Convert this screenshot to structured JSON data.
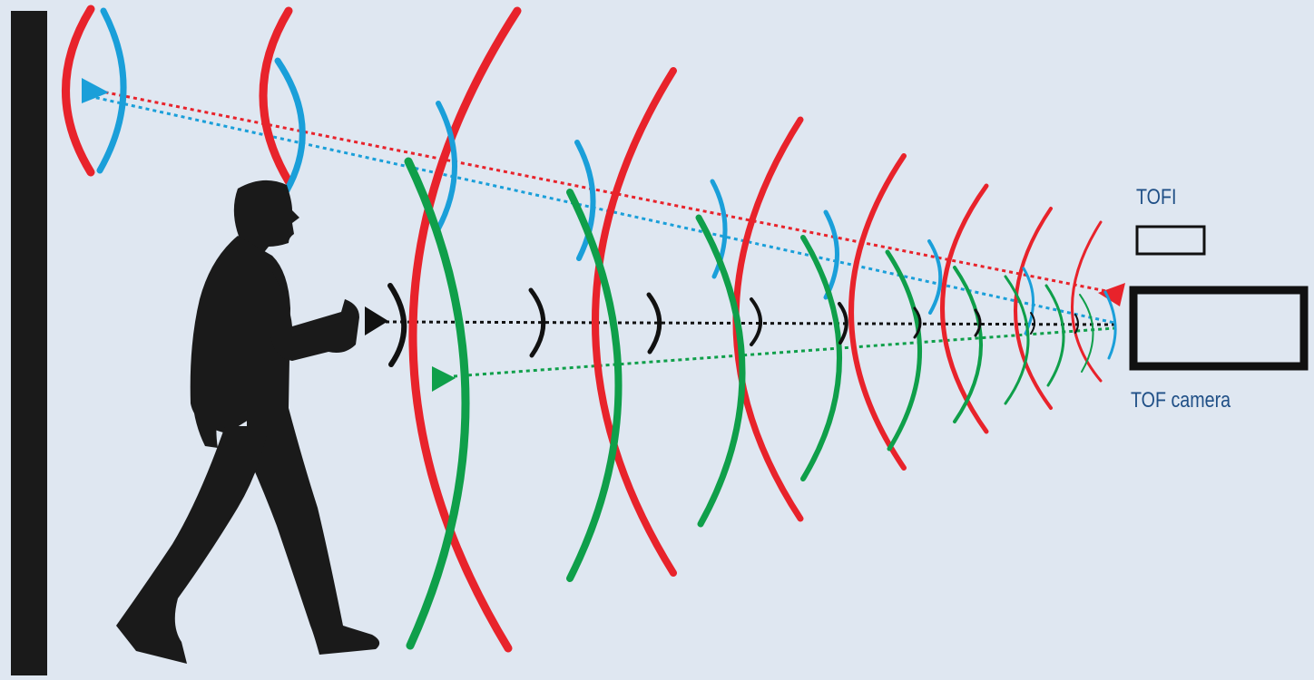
{
  "labels": {
    "tofi": "TOFI",
    "tof_camera": "TOF camera"
  },
  "colors": {
    "background": "#dfe7f1",
    "red_wave": "#e8232b",
    "blue_wave": "#1a9fd9",
    "green_wave": "#0f9f4a",
    "black_wave": "#111111",
    "person": "#1a1a1a",
    "wall": "#1a1a1a",
    "label_text": "#1f4f86"
  },
  "icons": {
    "person": "walking-man-silhouette",
    "wall": "wall-bar",
    "tofi": "tofi-sensor-box",
    "camera": "tof-camera-box"
  }
}
